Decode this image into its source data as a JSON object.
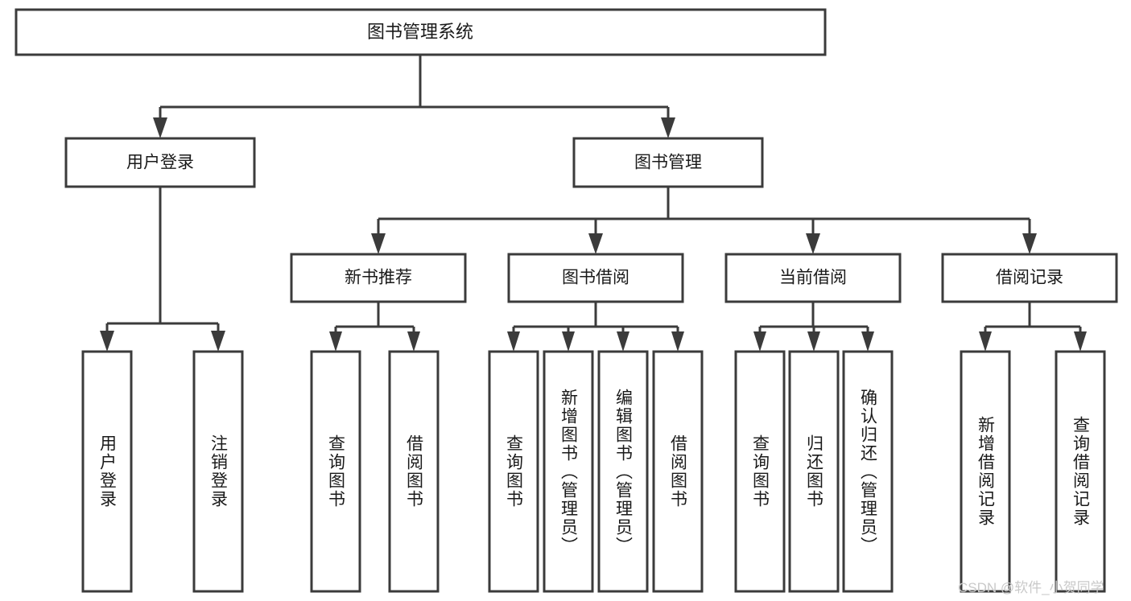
{
  "diagram": {
    "title": "图书管理系统",
    "type": "tree",
    "watermark": "CSDN @软件_小贺同学",
    "colors": {
      "stroke": "#3b3b3b",
      "fill": "#ffffff",
      "text": "#1a1a1a",
      "watermark": "#c9c9c9",
      "background": "#ffffff"
    },
    "root": {
      "label": "图书管理系统"
    },
    "level1": [
      {
        "label": "用户登录"
      },
      {
        "label": "图书管理"
      }
    ],
    "level2": [
      {
        "label": "新书推荐"
      },
      {
        "label": "图书借阅"
      },
      {
        "label": "当前借阅"
      },
      {
        "label": "借阅记录"
      }
    ],
    "leaves": {
      "user_login": [
        {
          "label": "用户登录"
        },
        {
          "label": "注销登录"
        }
      ],
      "new_book_recommend": [
        {
          "label": "查询图书"
        },
        {
          "label": "借阅图书"
        }
      ],
      "book_borrow": [
        {
          "label": "查询图书"
        },
        {
          "label": "新增图书（管理员）"
        },
        {
          "label": "编辑图书（管理员）"
        },
        {
          "label": "借阅图书"
        }
      ],
      "current_borrow": [
        {
          "label": "查询图书"
        },
        {
          "label": "归还图书"
        },
        {
          "label": "确认归还（管理员）"
        }
      ],
      "borrow_record": [
        {
          "label": "新增借阅记录"
        },
        {
          "label": "查询借阅记录"
        }
      ]
    }
  }
}
